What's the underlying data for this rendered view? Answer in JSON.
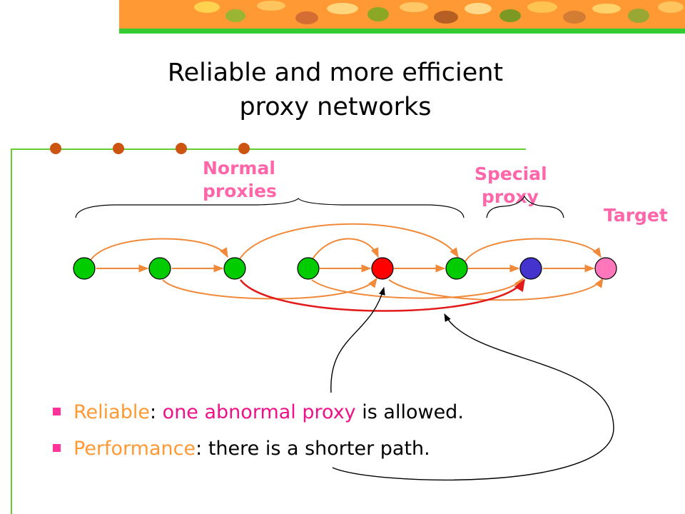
{
  "slide": {
    "title_line1": "Reliable and more efficient",
    "title_line2": "proxy networks"
  },
  "labels": {
    "normal_line1": "Normal",
    "normal_line2": "proxies",
    "special_line1": "Special",
    "special_line2": "proxy",
    "target": "Target"
  },
  "colors": {
    "normal_node": "#00cc00",
    "abnormal_node": "#ff0000",
    "special_node": "#4433cc",
    "target_node": "#ff77bb",
    "arrow_orange": "#f08a3a",
    "arrow_red": "#e21a1a",
    "label_pink": "#ff66aa"
  },
  "bullets": [
    {
      "key": "Reliable",
      "sep": ":",
      "phrase": "one abnormal proxy",
      "rest": "is allowed."
    },
    {
      "key": "Performance",
      "sep": ":",
      "phrase": "",
      "rest": "there is a shorter path."
    }
  ]
}
